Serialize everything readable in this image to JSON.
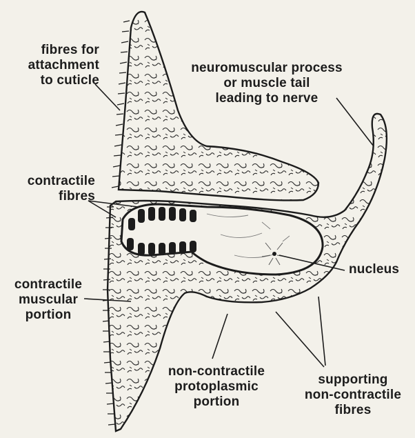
{
  "labels": {
    "fibres_for_attachment": [
      "fibres for",
      "attachment",
      "to cuticle"
    ],
    "neuromuscular_process": [
      "neuromuscular process",
      "or muscle tail",
      "leading to nerve"
    ],
    "contractile_fibres": [
      "contractile",
      "fibres"
    ],
    "nucleus": "nucleus",
    "contractile_muscular_portion": [
      "contractile",
      "muscular",
      "portion"
    ],
    "non_contractile_protoplasmic": [
      "non-contractile",
      "protoplasmic",
      "portion"
    ],
    "supporting_fibres": [
      "supporting",
      "non-contractile",
      "fibres"
    ]
  },
  "colors": {
    "ink": "#1c1c1c",
    "paper": "#f3f1ea"
  }
}
